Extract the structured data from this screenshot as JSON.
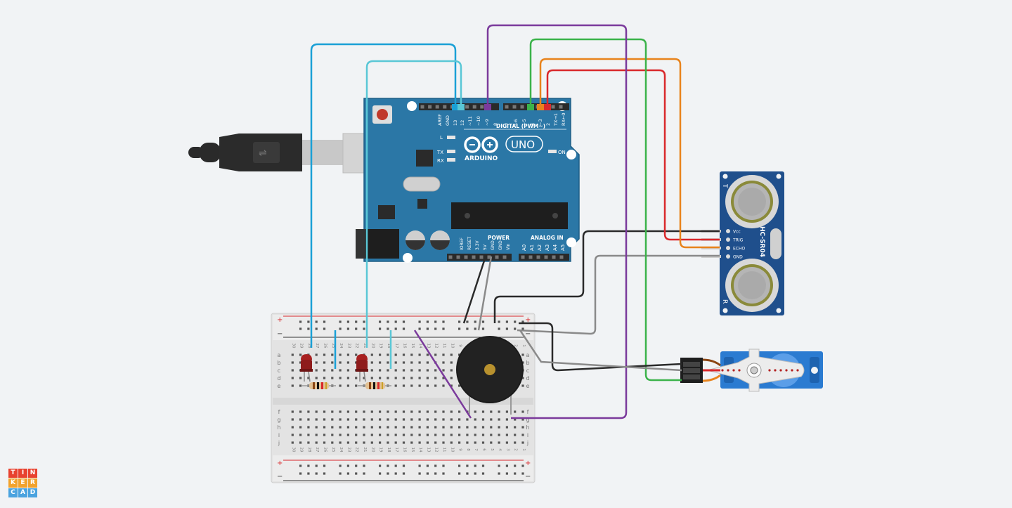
{
  "canvas": {
    "background": "#f1f3f5"
  },
  "arduino": {
    "brand": "ARDUINO",
    "model": "UNO",
    "header_digital": "DIGITAL (PWM~)",
    "header_power": "POWER",
    "header_analog": "ANALOG IN",
    "on_label": "ON",
    "led_l": "L",
    "led_tx": "TX",
    "led_rx": "RX",
    "digital_pins": [
      "AREF",
      "GND",
      "13",
      "12",
      "~11",
      "~10",
      "~9",
      "8",
      "7",
      "~6",
      "~5",
      "4",
      "~3",
      "2",
      "TX→1",
      "RX←0"
    ],
    "power_pins": [
      "IOREF",
      "RESET",
      "3.3V",
      "5V",
      "GND",
      "GND",
      "Vin"
    ],
    "analog_pins": [
      "A0",
      "A1",
      "A2",
      "A3",
      "A4",
      "A5"
    ],
    "color": "#2b77a6"
  },
  "sensor": {
    "name": "HC-SR04",
    "pins": [
      "Vcc",
      "TRIG",
      "ECHO",
      "GND"
    ],
    "mark_t": "T",
    "mark_r": "R",
    "color": "#1f4f8c"
  },
  "servo": {
    "color": "#2b7bd1"
  },
  "breadboard": {
    "row_letters_top": [
      "a",
      "b",
      "c",
      "d",
      "e"
    ],
    "row_letters_bottom": [
      "f",
      "g",
      "h",
      "i",
      "j"
    ],
    "plus": "+",
    "minus": "−"
  },
  "logo": {
    "letters": [
      "T",
      "I",
      "N",
      "K",
      "E",
      "R",
      "C",
      "A",
      "D"
    ],
    "colors": [
      "#e8422f",
      "#e8422f",
      "#e8422f",
      "#f2a22c",
      "#f2a22c",
      "#f2a22c",
      "#4aa3df",
      "#4aa3df",
      "#4aa3df"
    ]
  },
  "wires": [
    {
      "name": "wire-pin13-led1",
      "color": "#1aa0d6"
    },
    {
      "name": "wire-pin12-led2",
      "color": "#5ac7d6"
    },
    {
      "name": "wire-pin9-buzzer",
      "color": "#7b3a9c"
    },
    {
      "name": "wire-pin4-servo",
      "color": "#3bb34a"
    },
    {
      "name": "wire-pin3-echo",
      "color": "#e8831c"
    },
    {
      "name": "wire-pin2-trig",
      "color": "#d9282b"
    }
  ]
}
